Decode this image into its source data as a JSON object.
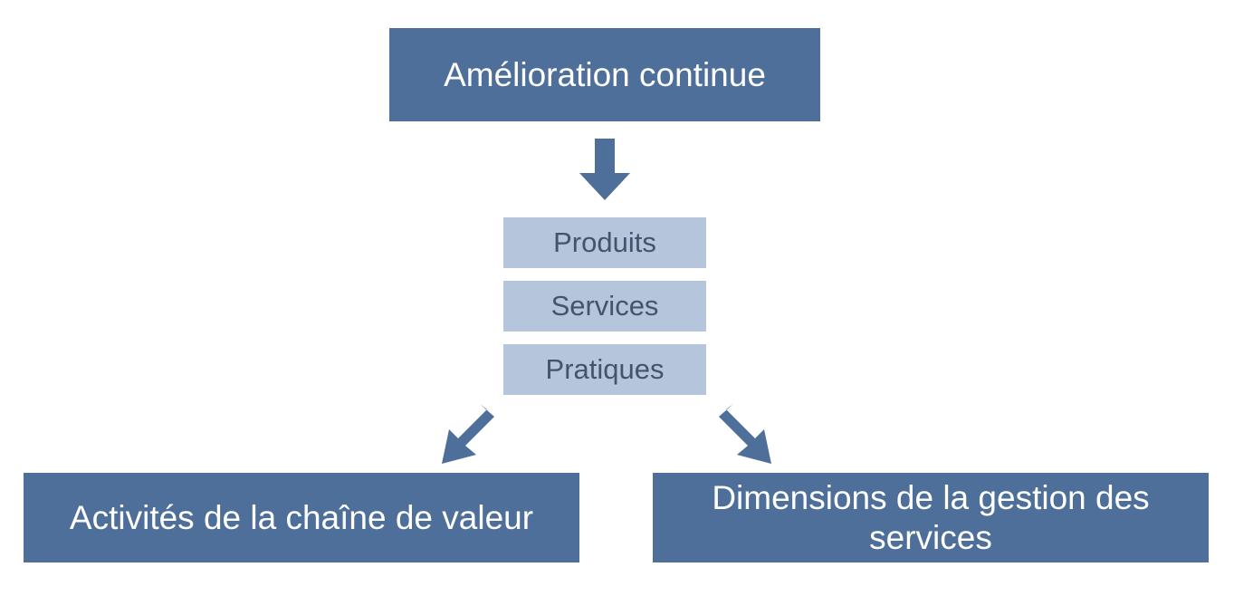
{
  "colors": {
    "dark_box": "#4e6f9a",
    "light_box": "#b4c5dc",
    "light_text": "#44546a",
    "arrow": "#4e6f9a"
  },
  "top": {
    "label": "Amélioration continue"
  },
  "stack": [
    {
      "label": "Produits"
    },
    {
      "label": "Services"
    },
    {
      "label": "Pratiques"
    }
  ],
  "bottom_left": {
    "label": "Activités de la chaîne de valeur"
  },
  "bottom_right": {
    "label": "Dimensions de la gestion des services"
  },
  "arrows": [
    {
      "direction": "down",
      "icon": "arrow-down-icon"
    },
    {
      "direction": "down-left",
      "icon": "arrow-down-left-icon"
    },
    {
      "direction": "down-right",
      "icon": "arrow-down-right-icon"
    }
  ]
}
